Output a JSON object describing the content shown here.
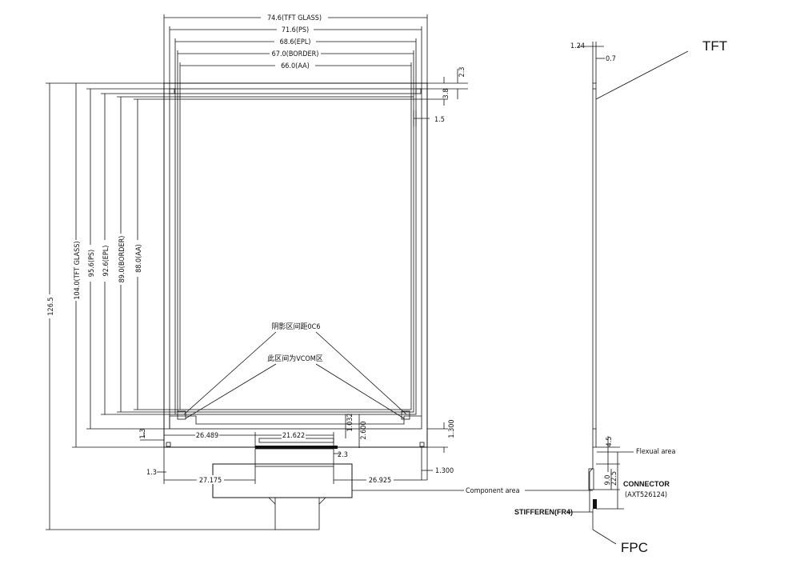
{
  "dims_top": {
    "tft_glass_w": "74.6(TFT GLASS)",
    "ps_w": "71.6(PS)",
    "epl_w": "68.6(EPL)",
    "border_w": "67.0(BORDER)",
    "aa_w": "66.0(AA)"
  },
  "dims_left": {
    "total_h": "126.5",
    "tft_glass_h": "104.0(TFT GLASS)",
    "ps_h": "95.6(PS)",
    "epl_h": "92.6(EPL)",
    "border_h": "89.0(BORDER)",
    "aa_h": "88.0(AA)"
  },
  "dims_right": {
    "d_2_3": "2.3",
    "d_3_8": "3.8",
    "d_1_5": "1.5",
    "d_1_300_a": "1.300",
    "d_1_300_b": "1.300"
  },
  "dims_bottom": {
    "d_26_489": "26.489",
    "d_21_622": "21.622",
    "d_1_032": "1.032",
    "d_2_600": "2.600",
    "d_1_3_a": "1.3",
    "d_1_3_b": "1.3",
    "d_2_3b": "2.3",
    "d_27_175": "27.175",
    "d_26_925": "26.925"
  },
  "annotations": {
    "shadow_note": "阴影区间距0C6",
    "vcom_note": "此区间为VCOM区",
    "component_area": "Component area"
  },
  "side_view": {
    "tft": "TFT",
    "fpc": "FPC",
    "d_1_24": "1.24",
    "d_0_7": "0.7",
    "d_4_5": "4.5",
    "flexual_area": "Flexual area",
    "d_9_0": "9.0",
    "d_22_5": "22.5",
    "connector": "CONNECTOR",
    "connector_part": "(AXT526124)",
    "stiffener": "STIFFEREN(FR4)"
  },
  "colors": {
    "line": "#111111",
    "background": "#ffffff"
  }
}
